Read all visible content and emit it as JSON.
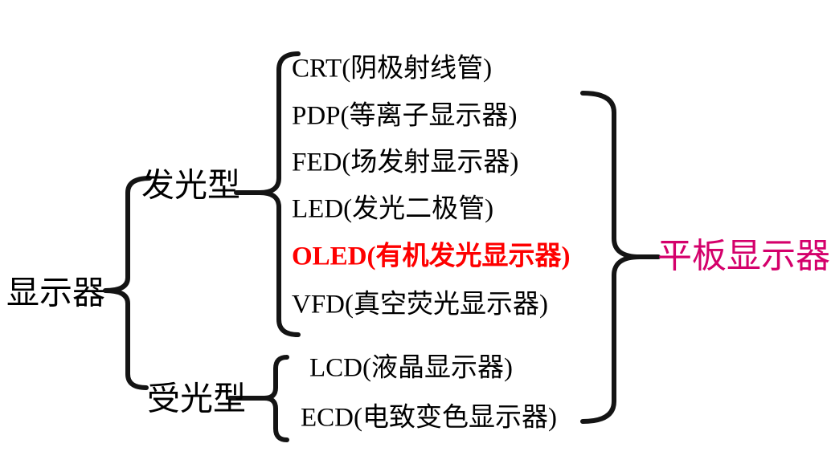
{
  "diagram": {
    "root": {
      "label": "显示器"
    },
    "branches": [
      {
        "label": "发光型",
        "items": [
          {
            "label": "CRT(阴极射线管)",
            "highlight": false
          },
          {
            "label": "PDP(等离子显示器)",
            "highlight": false
          },
          {
            "label": "FED(场发射显示器)",
            "highlight": false
          },
          {
            "label": "LED(发光二极管)",
            "highlight": false
          },
          {
            "label": "OLED(有机发光显示器)",
            "highlight": true
          },
          {
            "label": "VFD(真空荧光显示器)",
            "highlight": false
          }
        ]
      },
      {
        "label": "受光型",
        "items": [
          {
            "label": "LCD(液晶显示器)",
            "highlight": false
          },
          {
            "label": "ECD(电致变色显示器)",
            "highlight": false
          }
        ]
      }
    ],
    "group_label": "平板显示器"
  },
  "colors": {
    "text": "#000000",
    "line": "#141414",
    "highlight_red": "#fe0000",
    "group_magenta": "#d4006b"
  }
}
